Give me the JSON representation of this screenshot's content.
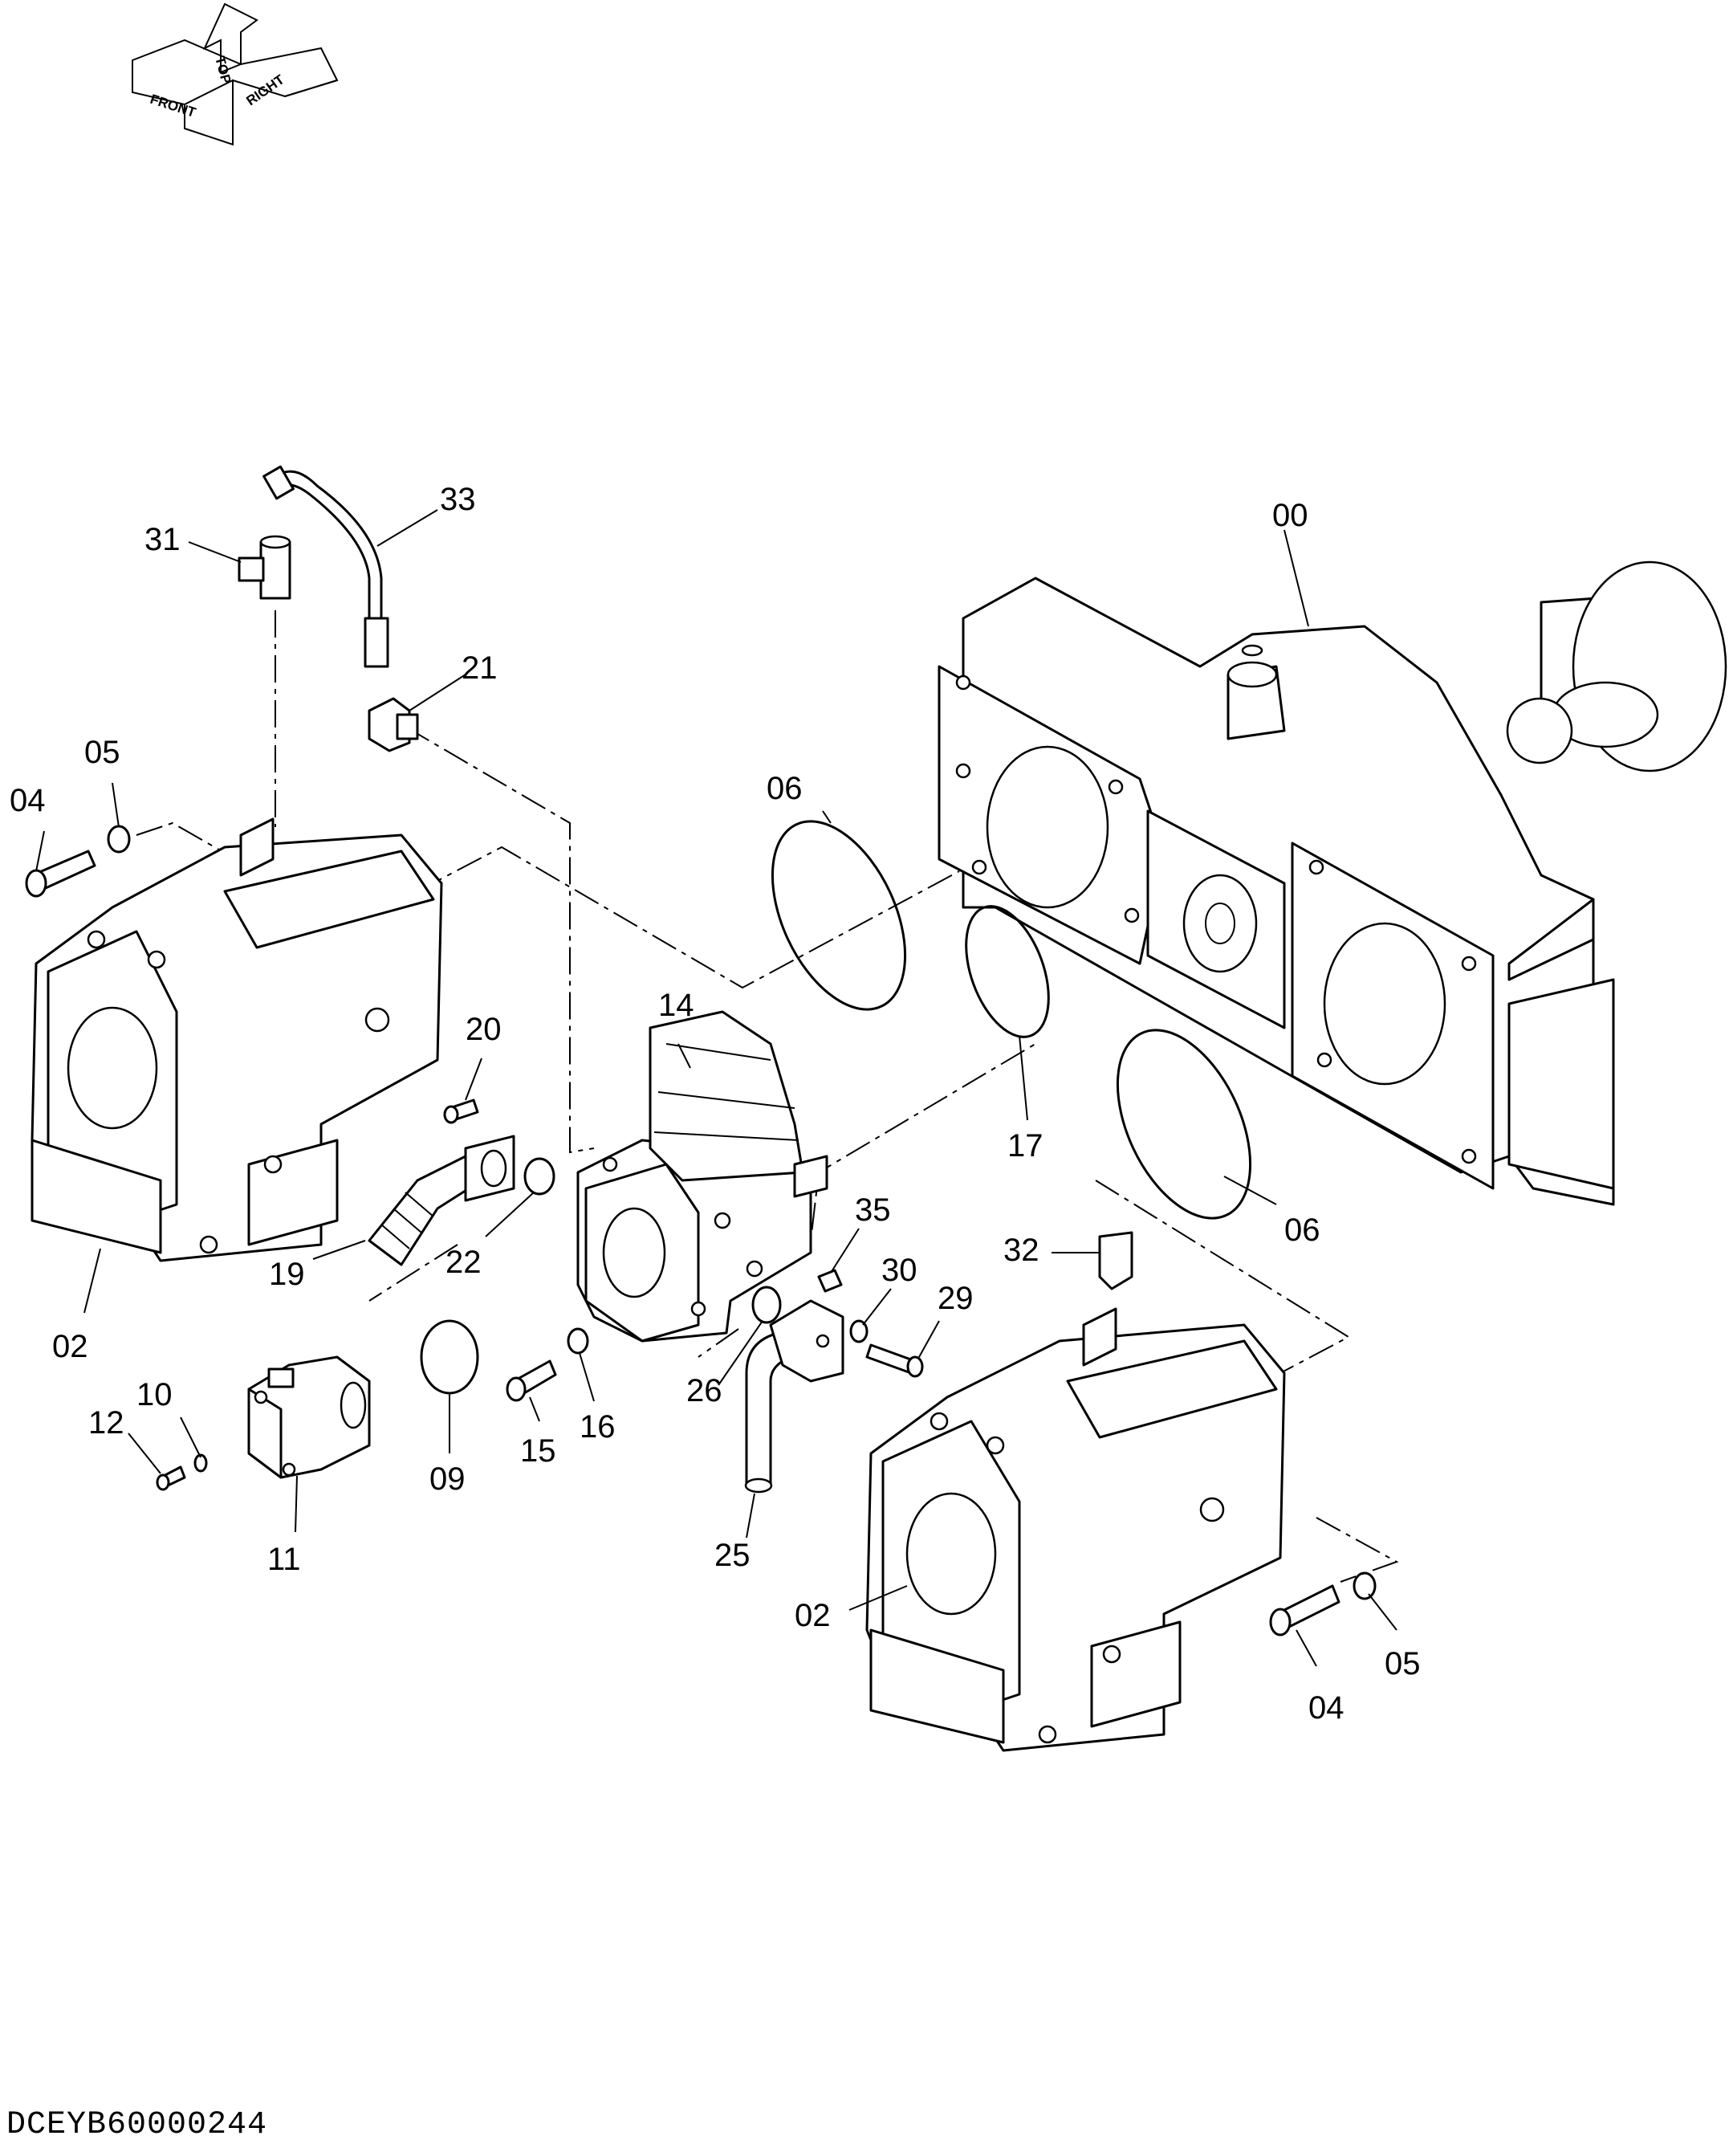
{
  "orientation": {
    "front": "FRONT",
    "top": "TOP",
    "right": "RIGHT"
  },
  "callouts": [
    {
      "id": "00",
      "text": "00"
    },
    {
      "id": "02a",
      "text": "02"
    },
    {
      "id": "02b",
      "text": "02"
    },
    {
      "id": "04a",
      "text": "04"
    },
    {
      "id": "04b",
      "text": "04"
    },
    {
      "id": "05a",
      "text": "05"
    },
    {
      "id": "05b",
      "text": "05"
    },
    {
      "id": "06a",
      "text": "06"
    },
    {
      "id": "06b",
      "text": "06"
    },
    {
      "id": "09",
      "text": "09"
    },
    {
      "id": "10",
      "text": "10"
    },
    {
      "id": "11",
      "text": "11"
    },
    {
      "id": "12",
      "text": "12"
    },
    {
      "id": "14",
      "text": "14"
    },
    {
      "id": "15",
      "text": "15"
    },
    {
      "id": "16",
      "text": "16"
    },
    {
      "id": "17",
      "text": "17"
    },
    {
      "id": "19",
      "text": "19"
    },
    {
      "id": "20",
      "text": "20"
    },
    {
      "id": "21",
      "text": "21"
    },
    {
      "id": "22",
      "text": "22"
    },
    {
      "id": "25",
      "text": "25"
    },
    {
      "id": "26",
      "text": "26"
    },
    {
      "id": "29",
      "text": "29"
    },
    {
      "id": "30",
      "text": "30"
    },
    {
      "id": "31",
      "text": "31"
    },
    {
      "id": "32",
      "text": "32"
    },
    {
      "id": "33",
      "text": "33"
    },
    {
      "id": "35",
      "text": "35"
    }
  ],
  "drawing_id": "DCEYB60000244"
}
